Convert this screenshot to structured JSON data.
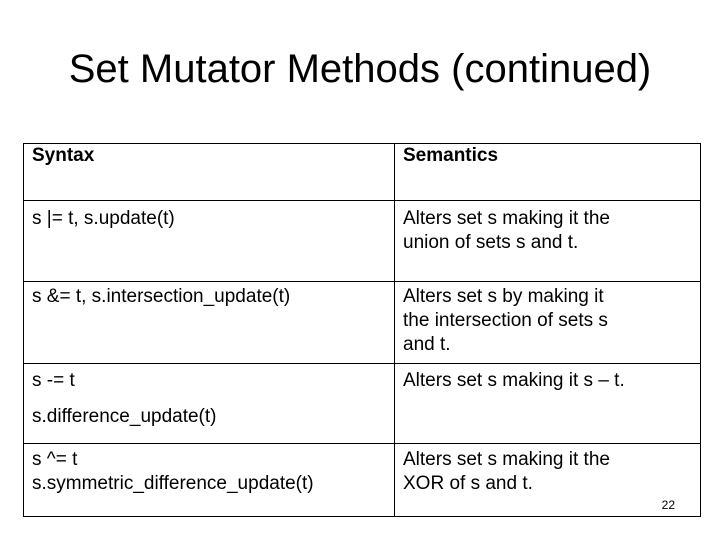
{
  "slide": {
    "title": "Set Mutator Methods (continued)",
    "number": "22"
  },
  "table": {
    "headers": [
      "Syntax",
      "Semantics"
    ],
    "rows": [
      {
        "syntax": [
          "s |= t, s.update(t)"
        ],
        "semantics": [
          "Alters set s making it the",
          "union of sets s and t."
        ]
      },
      {
        "syntax": [
          "s &= t, s.intersection_update(t)"
        ],
        "semantics": [
          "Alters set s by making it",
          "the intersection of sets s",
          "and t."
        ]
      },
      {
        "syntax": [
          "s -= t",
          "s.difference_update(t)"
        ],
        "semantics": [
          "Alters set s making it s – t."
        ]
      },
      {
        "syntax": [
          "s ^= t",
          "s.symmetric_difference_update(t)"
        ],
        "semantics": [
          "Alters set s making it the",
          "XOR of s and t."
        ]
      }
    ]
  }
}
